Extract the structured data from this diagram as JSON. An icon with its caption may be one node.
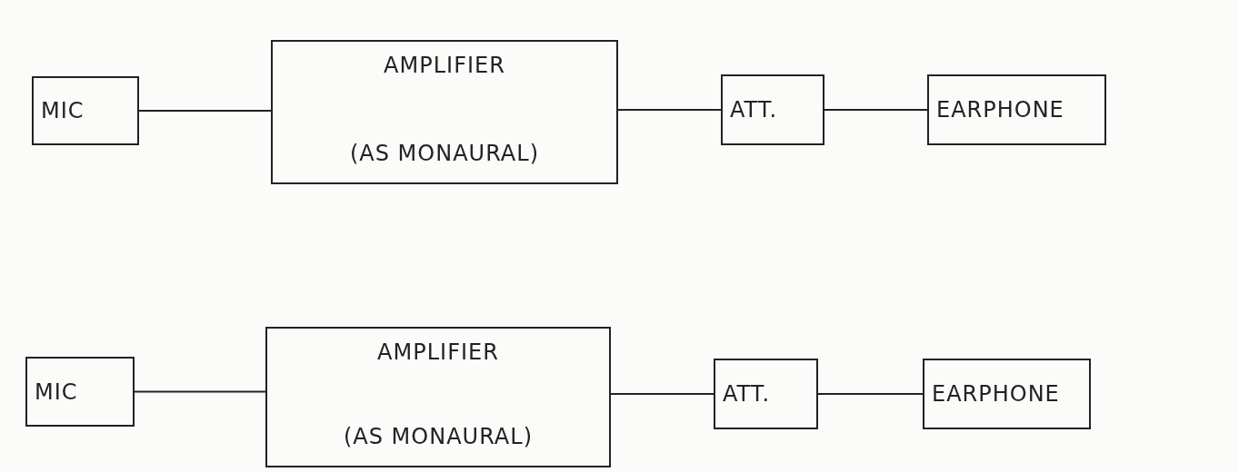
{
  "diagram": {
    "nodes": [
      {
        "text": [
          "MIC"
        ]
      },
      {
        "text": [
          "AMPLIFIER",
          "(AS MONAURAL)"
        ]
      },
      {
        "text": [
          "ATT."
        ]
      },
      {
        "text": [
          "EARPHONE"
        ]
      },
      {
        "text": [
          "MIC"
        ]
      },
      {
        "text": [
          "AMPLIFIER",
          "(AS MONAURAL)"
        ]
      },
      {
        "text": [
          "ATT."
        ]
      },
      {
        "text": [
          "EARPHONE"
        ]
      }
    ],
    "edges": [
      {
        "from": 0,
        "to": 1,
        "arrow": "none"
      },
      {
        "from": 1,
        "to": 2,
        "arrow": "none"
      },
      {
        "from": 2,
        "to": 3,
        "arrow": "none"
      },
      {
        "from": 4,
        "to": 5,
        "arrow": "none"
      },
      {
        "from": 5,
        "to": 6,
        "arrow": "none"
      },
      {
        "from": 6,
        "to": 7,
        "arrow": "none"
      }
    ]
  }
}
